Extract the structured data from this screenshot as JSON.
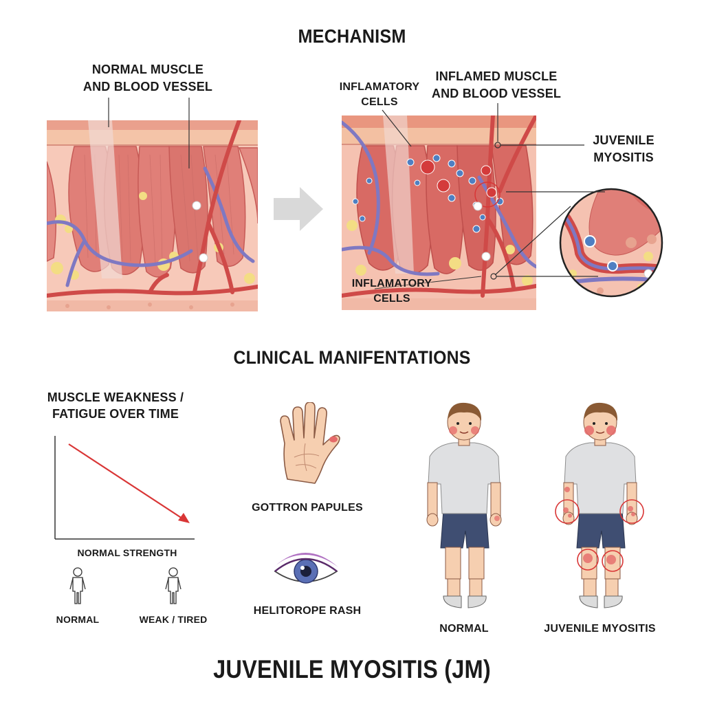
{
  "mechanism": {
    "title": "MECHANISM",
    "normal_label_line1": "NORMAL MUSCLE",
    "normal_label_line2": "AND BLOOD VESSEL",
    "inflamed_label_line1": "INFLAMED MUSCLE",
    "inflamed_label_line2": "AND BLOOD VESSEL",
    "inflam_cells_top_line1": "INFLAMATORY",
    "inflam_cells_top_line2": "CELLS",
    "inflam_cells_bottom_line1": "INFLAMATORY",
    "inflam_cells_bottom_line2": "CELLS",
    "jm_label_line1": "JUVENILE",
    "jm_label_line2": "MYOSITIS"
  },
  "clinical": {
    "title": "CLINICAL MANIFENTATIONS",
    "weakness_line1": "MUSCLE WEAKNESS /",
    "weakness_line2": "FATIGUE OVER TIME",
    "normal_strength": "NORMAL STRENGTH",
    "person_normal": "NORMAL",
    "person_weak": "WEAK / TIRED",
    "gottron": "GOTTRON PAPULES",
    "heliotrope": "HELITOROPE RASH",
    "child_normal": "NORMAL",
    "child_jm": "JUVENILE MYOSITIS"
  },
  "footer": {
    "title": "JUVENILE MYOSITIS (JM)"
  },
  "colors": {
    "muscle": "#e07f78",
    "muscle_dark": "#c65a56",
    "tissue": "#f7c9b9",
    "vessel_red": "#cf4a48",
    "vessel_blue": "#7f78c2",
    "fat": "#f3dd84",
    "rash": "#e56a6a",
    "arrow_red": "#d93636",
    "arrow_grey": "#d9d9d9"
  }
}
